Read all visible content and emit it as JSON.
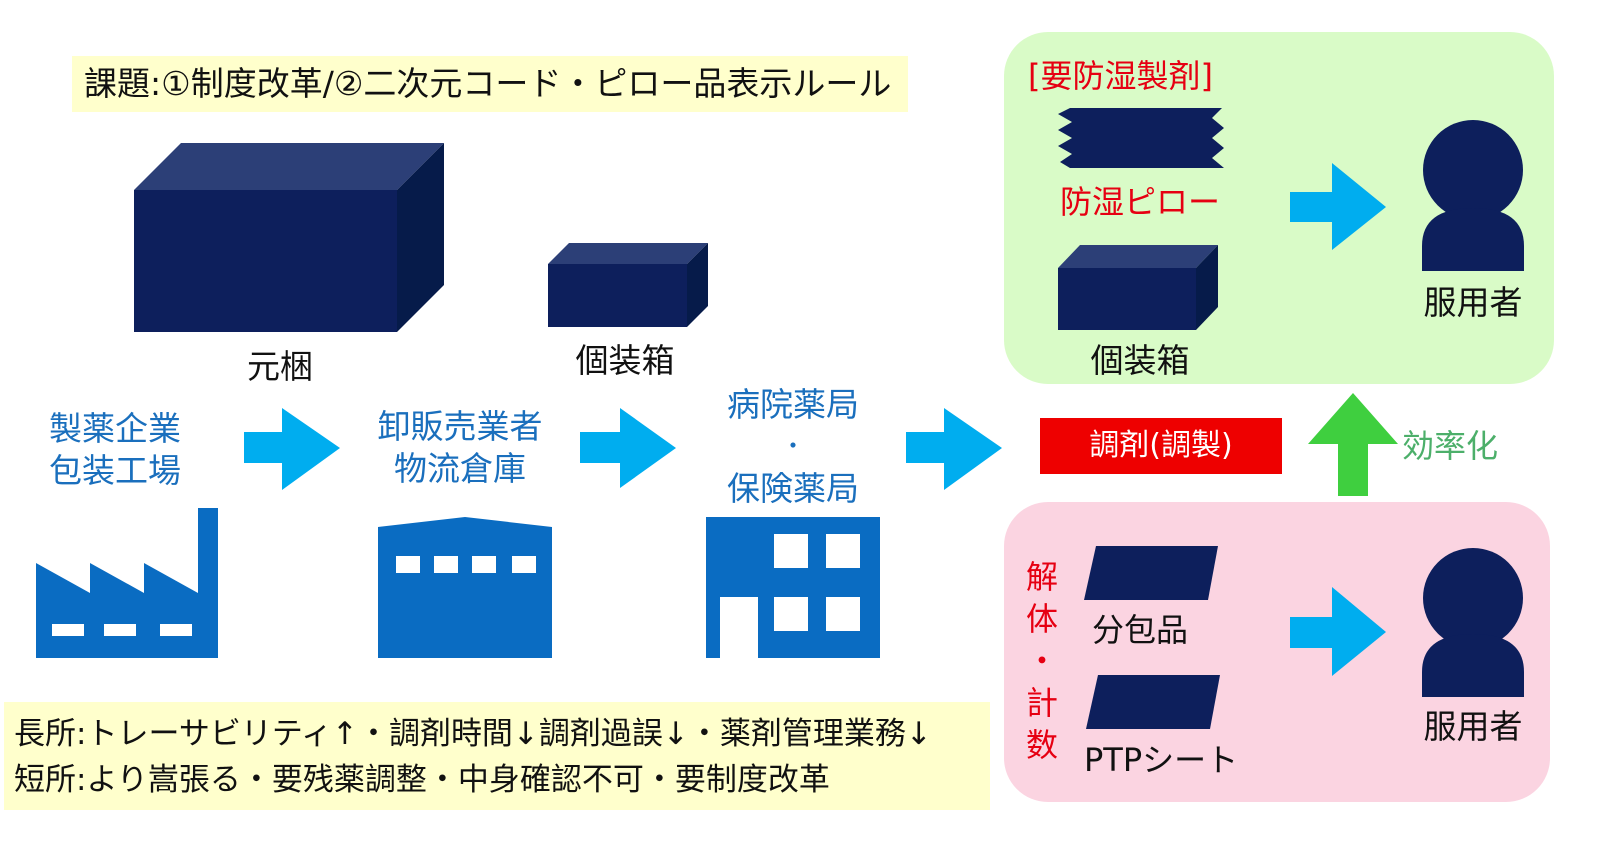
{
  "issues": "課題:①制度改革/②二次元コード・ピロー品表示ルール",
  "labels": {
    "motokon": "元梱",
    "kosoubako_top": "個装箱",
    "pharma_line1": "製薬企業",
    "pharma_line2": "包装工場",
    "wholesale_line1": "卸販売業者",
    "wholesale_line2": "物流倉庫",
    "pharmacy_line1": "病院薬局",
    "pharmacy_dot": "・",
    "pharmacy_line2": "保険薬局"
  },
  "green_panel": {
    "title": "[要防湿製剤]",
    "pillow_label": "防湿ピロー",
    "box_label": "個装箱",
    "patient": "服用者"
  },
  "dispense_badge": "調剤(調製)",
  "efficiency": "効率化",
  "pink_panel": {
    "vertical_label": [
      "解",
      "体",
      "・",
      "計",
      "数"
    ],
    "package_label": "分包品",
    "ptp_label": "PTPシート",
    "patient": "服用者"
  },
  "notes": {
    "pros": "長所:トレーサビリティ↑・調剤時間↓調剤過誤↓・薬剤管理業務↓",
    "cons": "短所:より嵩張る・要残薬調整・中身確認不可・要制度改革"
  },
  "colors": {
    "navy": "#0d1f5c",
    "blue_icon": "#0a6cc2",
    "arrow_cyan": "#00adef",
    "arrow_green": "#3fcf3f",
    "panel_green": "#d9fbc7",
    "panel_pink": "#fbd4e1",
    "badge_red": "#ee0000"
  }
}
